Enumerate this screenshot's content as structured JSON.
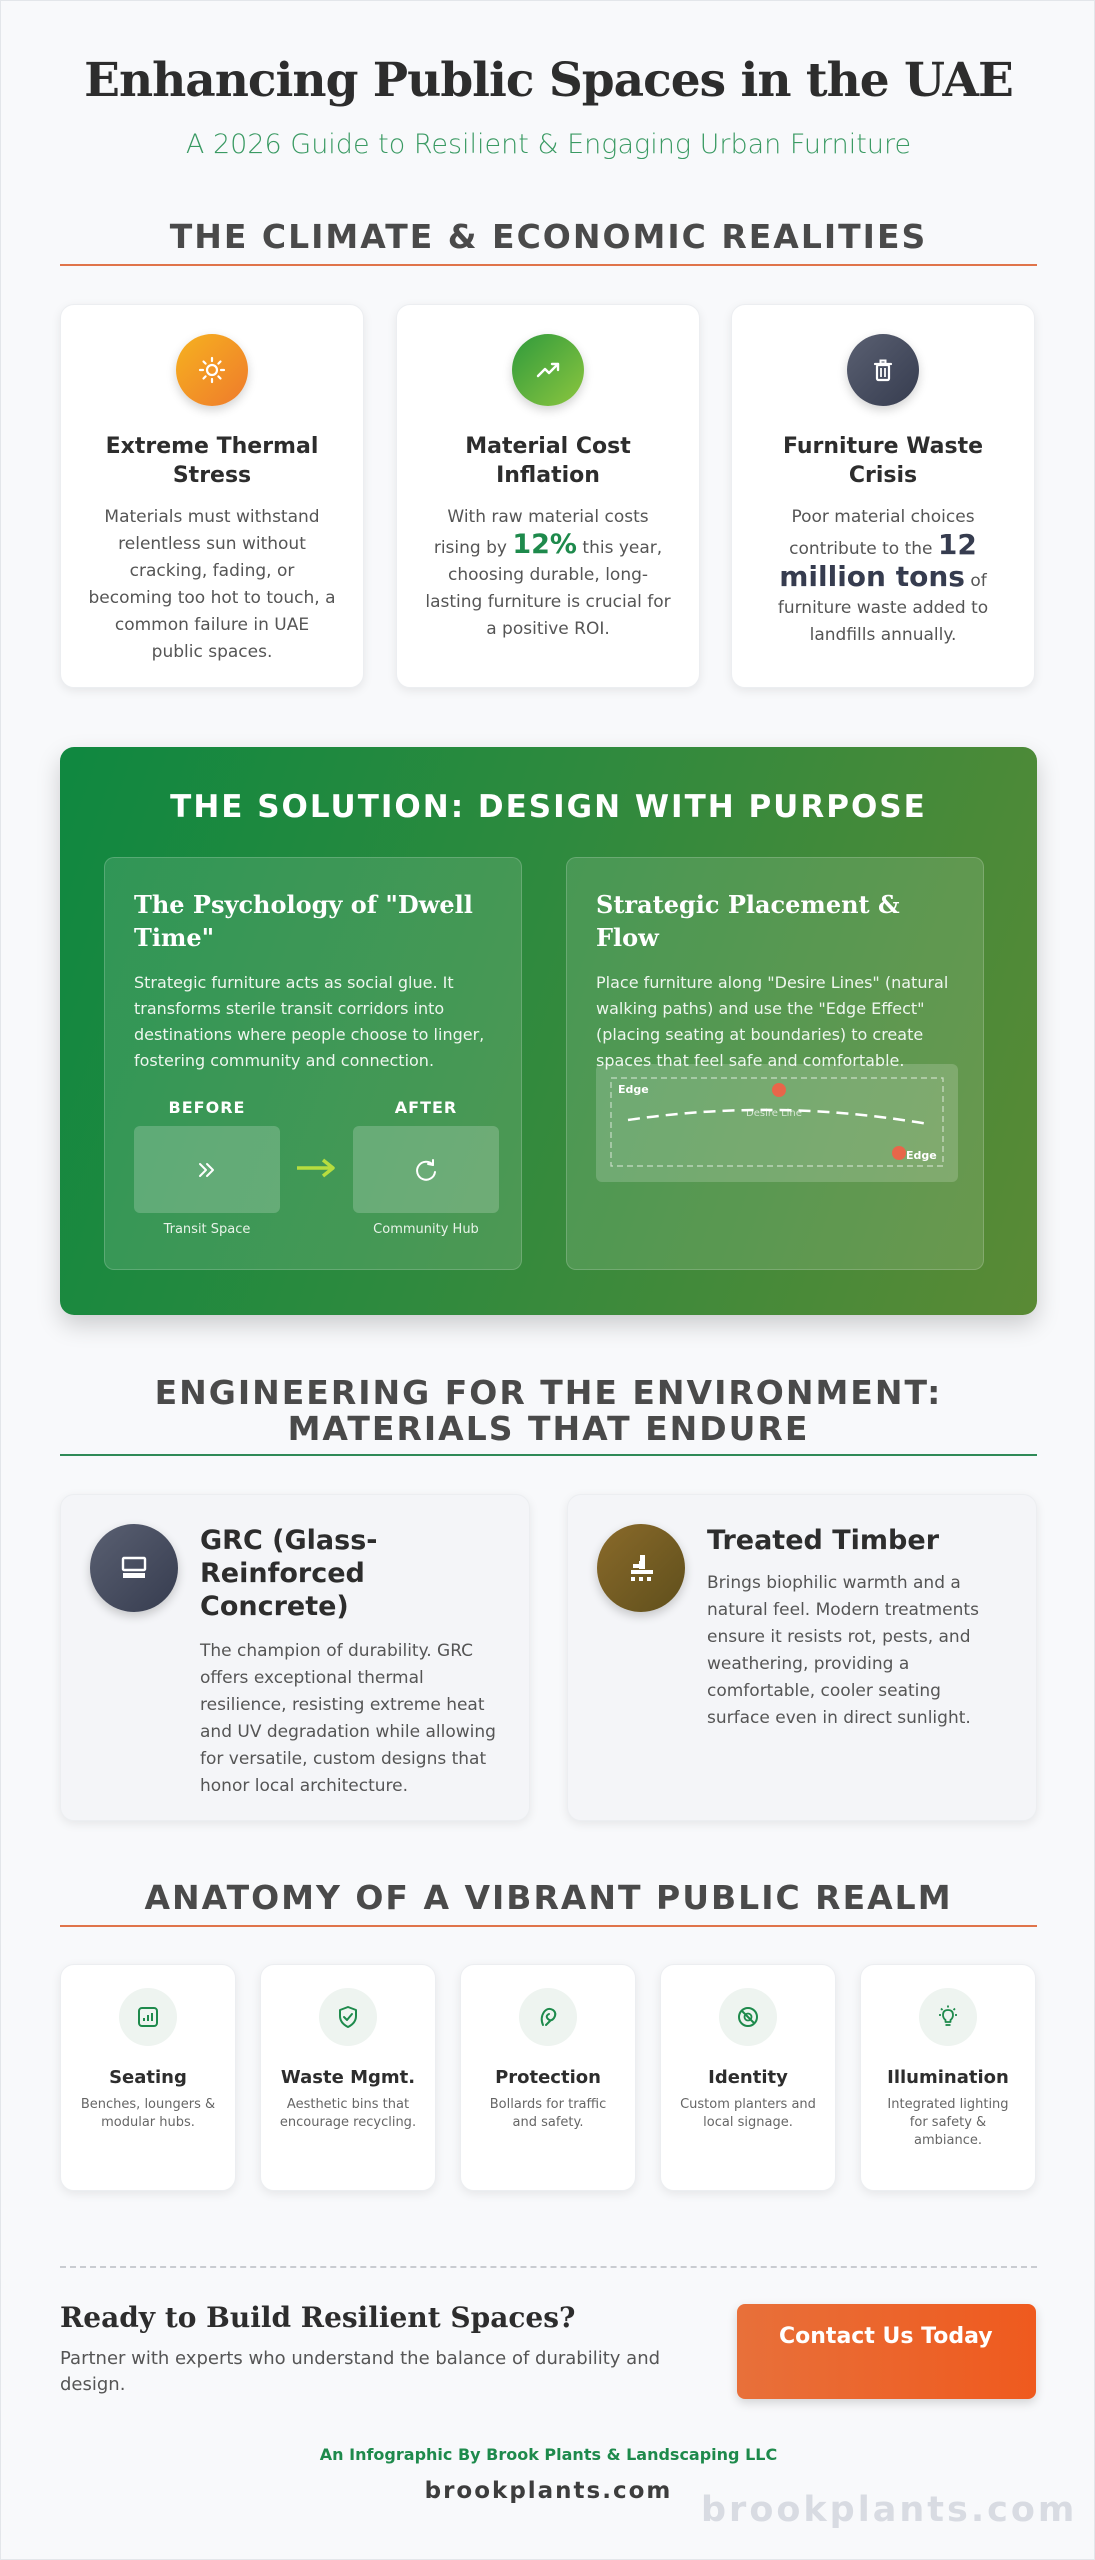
{
  "header": {
    "title": "Enhancing Public Spaces in the UAE",
    "subtitle": "A 2026 Guide to Resilient & Engaging Urban Furniture"
  },
  "climate": {
    "heading": "THE CLIMATE & ECONOMIC REALITIES",
    "cards": [
      {
        "icon": "sun-icon",
        "title": "Extreme Thermal Stress",
        "text": "Materials must withstand relentless sun without cracking, fading, or becoming too hot to touch, a common failure in UAE public spaces."
      },
      {
        "icon": "trend-up-icon",
        "title": "Material Cost Inflation",
        "text_before": "With raw material costs rising by",
        "highlight": "12%",
        "text_after": "this year, choosing durable, long-lasting furniture is crucial for a positive ROI."
      },
      {
        "icon": "trash-icon",
        "title": "Furniture Waste Crisis",
        "text_before": "Poor material choices contribute to the",
        "highlight": "12 million tons",
        "text_after": "of furniture waste added to landfills annually."
      }
    ]
  },
  "solution": {
    "heading": "THE SOLUTION: DESIGN WITH PURPOSE",
    "dwell": {
      "title": "The Psychology of \"Dwell Time\"",
      "text": "Strategic furniture acts as social glue. It transforms sterile transit corridors into destinations where people choose to linger, fostering community and connection.",
      "before_label": "BEFORE",
      "after_label": "AFTER",
      "before_caption": "Transit Space",
      "after_caption": "Community Hub"
    },
    "placement": {
      "title": "Strategic Placement & Flow",
      "text": "Place furniture along \"Desire Lines\" (natural walking paths) and use the \"Edge Effect\" (placing seating at boundaries) to create spaces that feel safe and comfortable.",
      "edge_label_1": "Edge",
      "edge_label_2": "Edge",
      "path_label": "Desire Line"
    }
  },
  "materials": {
    "heading": "ENGINEERING FOR THE ENVIRONMENT: MATERIALS THAT ENDURE",
    "cards": [
      {
        "icon": "concrete-block-icon",
        "title": "GRC (Glass-Reinforced Concrete)",
        "text": "The champion of durability. GRC offers exceptional thermal resilience, resisting extreme heat and UV degradation while allowing for versatile, custom designs that honor local architecture."
      },
      {
        "icon": "timber-icon",
        "title": "Treated Timber",
        "text": "Brings biophilic warmth and a natural feel. Modern treatments ensure it resists rot, pests, and weathering, providing a comfortable, cooler seating surface even in direct sunlight."
      }
    ]
  },
  "anatomy": {
    "heading": "ANATOMY OF A VIBRANT PUBLIC REALM",
    "items": [
      {
        "icon": "seating-icon",
        "title": "Seating",
        "text": "Benches, loungers & modular hubs."
      },
      {
        "icon": "shield-check-icon",
        "title": "Waste Mgmt.",
        "text": "Aesthetic bins that encourage recycling."
      },
      {
        "icon": "protection-icon",
        "title": "Protection",
        "text": "Bollards for traffic and safety."
      },
      {
        "icon": "identity-icon",
        "title": "Identity",
        "text": "Custom planters and local signage."
      },
      {
        "icon": "lightbulb-icon",
        "title": "Illumination",
        "text": "Integrated lighting for safety & ambiance."
      }
    ]
  },
  "cta": {
    "title": "Ready to Build Resilient Spaces?",
    "text": "Partner with experts who understand the balance of durability and design.",
    "button": "Contact Us Today"
  },
  "footer": {
    "credit": "An Infographic By Brook Plants & Landscaping LLC",
    "site": "brookplants.com",
    "watermark": "brookplants.com"
  },
  "colors": {
    "accent_green": "#1e8a4c",
    "accent_orange": "#e0744a",
    "dark_slate": "#363c4f"
  }
}
